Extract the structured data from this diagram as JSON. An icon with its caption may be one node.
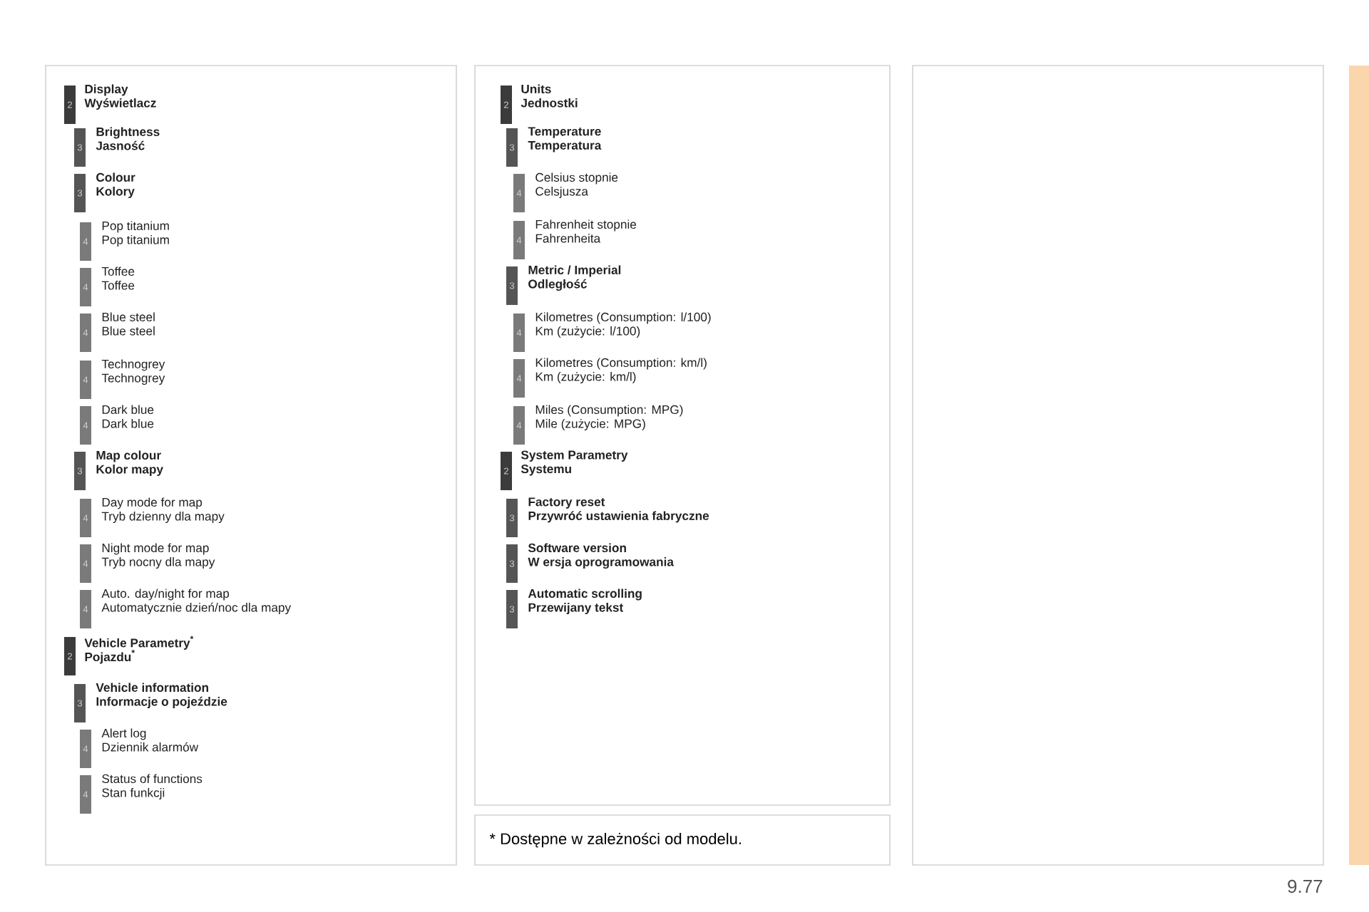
{
  "diagram": {
    "nodes": [
      {
        "text": [],
        "shape": "box"
      },
      {
        "text": [
          "2",
          "Display",
          "Wyświetlacz"
        ],
        "in": 0
      },
      {
        "text": [
          "3",
          "Brightness",
          "Jasność"
        ],
        "in": 0
      },
      {
        "text": [
          "3",
          "Colour",
          "Kolory"
        ],
        "in": 0
      },
      {
        "text": [
          "4",
          "Pop titanium",
          "Pop titanium"
        ],
        "in": 0
      },
      {
        "text": [
          "4",
          "Toffee",
          "Toffee"
        ],
        "in": 0
      },
      {
        "text": [
          "4",
          "Blue steel",
          "Blue steel"
        ],
        "in": 0
      },
      {
        "text": [
          "4",
          "Technogrey",
          "Technogrey"
        ],
        "in": 0
      },
      {
        "text": [
          "4",
          "Dark blue",
          "Dark blue"
        ],
        "in": 0
      },
      {
        "text": [
          "3",
          "Map colour",
          "Kolor mapy"
        ],
        "in": 0
      },
      {
        "text": [
          "4",
          "Day mode for map",
          "Tryb dzienny dla mapy"
        ],
        "in": 0
      },
      {
        "text": [
          "4",
          "Night mode for map",
          "Tryb nocny dla mapy"
        ],
        "in": 0
      },
      {
        "text": [
          "4",
          "Auto. day/night for map",
          "Automatycznie dzień/noc dla mapy"
        ],
        "in": 0
      },
      {
        "text": [
          "2",
          "Vehicle Parametry$^{*}$",
          "Pojazdu$^{*}$"
        ],
        "in": 0
      },
      {
        "text": [
          "3",
          "Vehicle information",
          "Informacje o pojeździe"
        ],
        "in": 0
      },
      {
        "text": [
          "4",
          "Alert log",
          "Dziennik alarmów"
        ],
        "in": 0
      },
      {
        "text": [
          "4",
          "Status of functions",
          "Stan funkcji"
        ],
        "in": 0
      },
      {
        "text": [],
        "shape": "box"
      },
      {
        "text": [
          "2",
          "Units",
          "Jednostki"
        ],
        "in": 17
      },
      {
        "text": [
          "3",
          "Temperature",
          "Temperatura"
        ],
        "in": 17
      },
      {
        "text": [
          "4",
          "Celsius stopnie",
          "Celsjusza"
        ],
        "in": 17
      },
      {
        "text": [
          "4",
          "Fahrenheit stopnie",
          "Fahrenheita"
        ],
        "in": 17
      },
      {
        "text": [
          "3",
          "Metric / Imperial",
          "Odległość"
        ],
        "in": 17
      },
      {
        "text": [
          "4",
          "Kilometres (Consumption: l/100)",
          "Km (zużycie: l/100)"
        ],
        "in": 17
      },
      {
        "text": [
          "4",
          "Kilometres (Consumption: km/l)",
          "Km (zużycie: km/l)"
        ],
        "in": 17
      },
      {
        "text": [
          "4",
          "Miles (Consumption: MPG)",
          "Mile (zużycie: MPG)"
        ],
        "in": 17
      },
      {
        "text": [
          "2",
          "System Parametry",
          "Systemu"
        ],
        "in": 17
      },
      {
        "text": [
          "3",
          "Factory reset",
          "Przywróć ustawienia fabryczne"
        ],
        "in": 17
      },
      {
        "text": [
          "3",
          "Software version",
          "W ersja oprogramowania"
        ],
        "in": 17
      },
      {
        "text": [
          "3",
          "Automatic scrolling",
          "Przewijany tekst"
        ],
        "in": 17
      },
      {
        "text": [
          "* Dostępne w zależności od modelu."
        ]
      },
      {
        "text": [],
        "shape": "box"
      }
    ],
    "labels": [
      "9.77"
    ]
  }
}
